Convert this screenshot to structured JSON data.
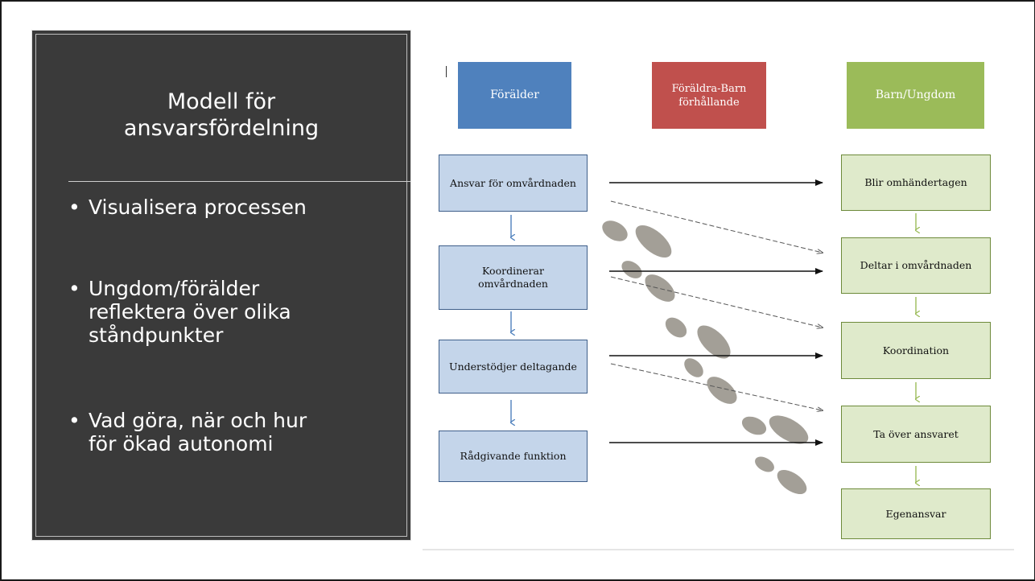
{
  "left_panel": {
    "title": "Modell för\nansvarsfördelning",
    "bullets": [
      {
        "text": "Visualisera processen"
      },
      {
        "text": "Ungdom/förälder\nreflektera över olika\nståndpunkter"
      },
      {
        "text": "Vad göra, när och hur\nför ökad autonomi"
      }
    ]
  },
  "diagram": {
    "headers": {
      "parent": {
        "label": "Förälder",
        "color": "#4f81bd"
      },
      "relation": {
        "label": "Föräldra-Barn\nförhållande",
        "color": "#c0504d"
      },
      "child": {
        "label": "Barn/Ungdom",
        "color": "#9bbb59"
      }
    },
    "parent_steps": [
      "Ansvar för omvårdnaden",
      "Koordinerar\nomvårdnaden",
      "Understödjer deltagande",
      "Rådgivande funktion"
    ],
    "child_steps": [
      "Blir omhändertagen",
      "Deltar i omvårdnaden",
      "Koordination",
      "Ta över ansvaret",
      "Egenansvar"
    ],
    "footprint_color": "#a39f97"
  }
}
